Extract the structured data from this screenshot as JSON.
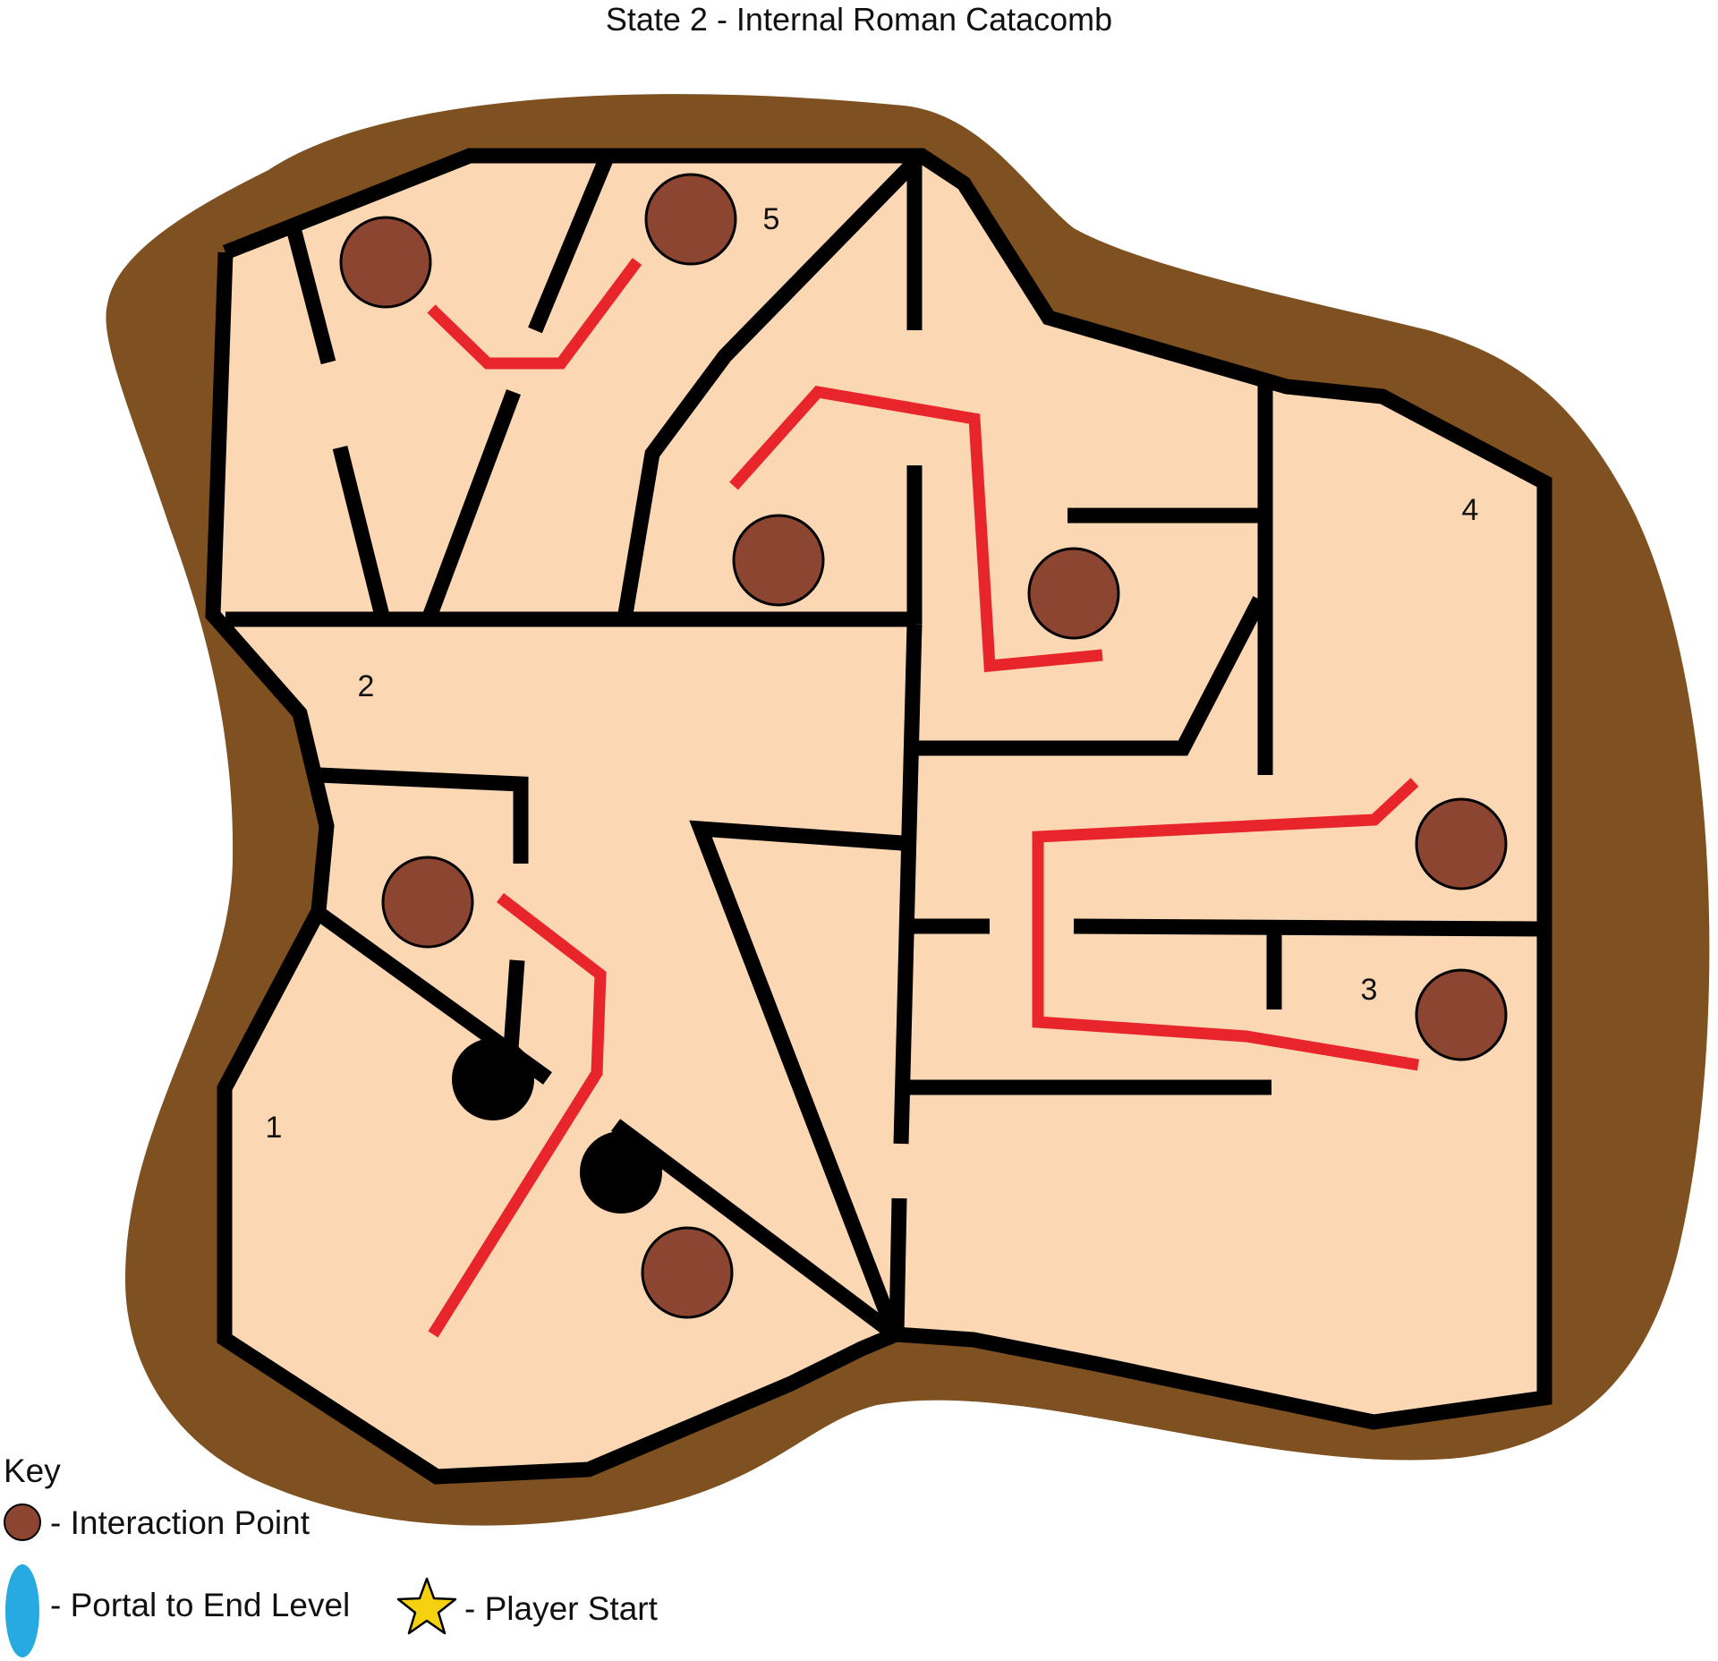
{
  "title": "State 2 - Internal Roman Catacomb",
  "colors": {
    "ground": "#7f5020",
    "floor": "#fbd7b3",
    "wall": "#000000",
    "path": "#e8252a",
    "interaction_point": "#8b4531",
    "portal": "#27a9e1",
    "player_start": "#f6d110"
  },
  "rooms": [
    {
      "label": "1"
    },
    {
      "label": "2"
    },
    {
      "label": "3"
    },
    {
      "label": "4"
    },
    {
      "label": "5"
    }
  ],
  "key": {
    "heading": "Key",
    "items": [
      {
        "icon": "interaction-point-icon",
        "label": "- Interaction Point"
      },
      {
        "icon": "portal-icon",
        "label": "- Portal to End Level"
      },
      {
        "icon": "star-icon",
        "label": "- Player Start"
      }
    ]
  }
}
